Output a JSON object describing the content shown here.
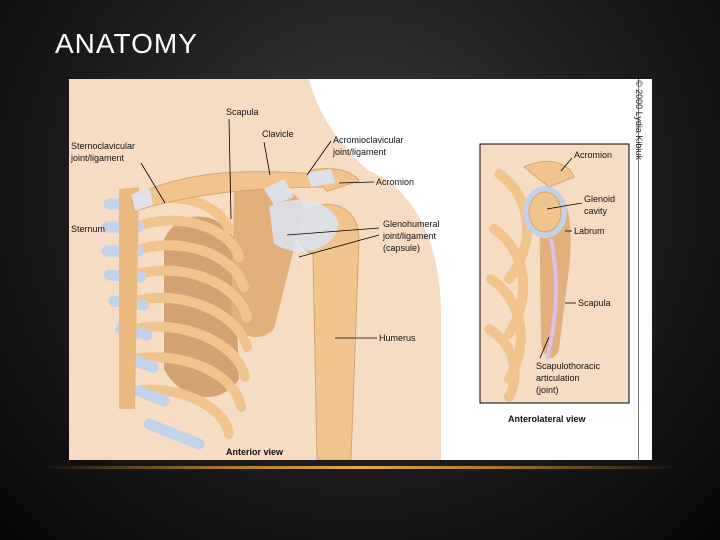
{
  "slide": {
    "title": "ANATOMY"
  },
  "figure": {
    "credit": "© 2000 Lydia Kibiuk",
    "anterior_view": {
      "caption": "Anterior view",
      "labels": {
        "scapula": "Scapula",
        "clavicle": "Clavicle",
        "sternoclavicular_1": "Sternoclavicular",
        "sternoclavicular_2": "joint/ligament",
        "acromioclavicular_1": "Acromioclavicular",
        "acromioclavicular_2": "joint/ligament",
        "acromion": "Acromion",
        "sternum": "Sternum",
        "glenohumeral_1": "Glenohumeral",
        "glenohumeral_2": "joint/ligament",
        "glenohumeral_3": "(capsule)",
        "humerus": "Humerus"
      }
    },
    "anterolateral_view": {
      "caption": "Anterolateral view",
      "labels": {
        "acromion": "Acromion",
        "glenoid_1": "Glenoid",
        "glenoid_2": "cavity",
        "labrum": "Labrum",
        "scapula": "Scapula",
        "scapulothoracic_1": "Scapulothoracic",
        "scapulothoracic_2": "articulation",
        "scapulothoracic_3": "(joint)"
      }
    }
  },
  "colors": {
    "skin": "#f7dcc4",
    "bone": "#f1c48e",
    "bone_dark": "#d9a468",
    "cartilage": "#c2d2ea",
    "ligament": "#dbe4f2",
    "muscle_shadow": "#c9935f"
  }
}
